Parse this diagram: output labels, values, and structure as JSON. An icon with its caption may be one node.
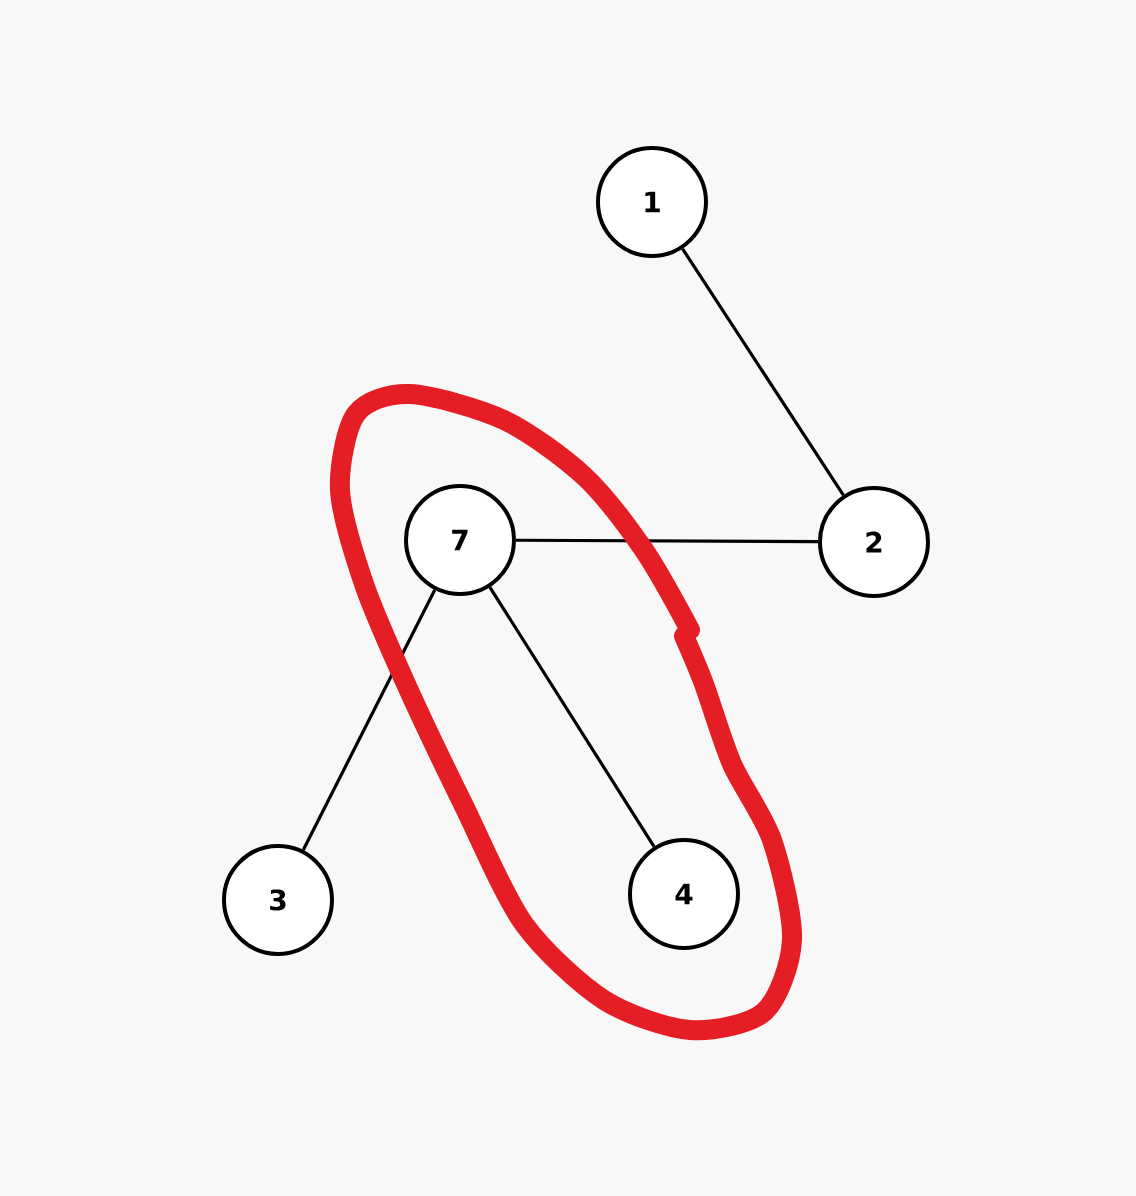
{
  "diagram": {
    "nodes": [
      {
        "text": [
          "1"
        ]
      },
      {
        "text": [
          "7"
        ]
      },
      {
        "text": [
          "2"
        ]
      },
      {
        "text": [
          "3"
        ]
      },
      {
        "text": [
          "4"
        ]
      }
    ],
    "edges": [
      {
        "from": 0,
        "to": 2,
        "arrow": "none"
      },
      {
        "from": 1,
        "to": 2,
        "arrow": "none"
      },
      {
        "from": 1,
        "to": 3,
        "arrow": "none"
      },
      {
        "from": 1,
        "to": 4,
        "arrow": "none"
      }
    ]
  }
}
